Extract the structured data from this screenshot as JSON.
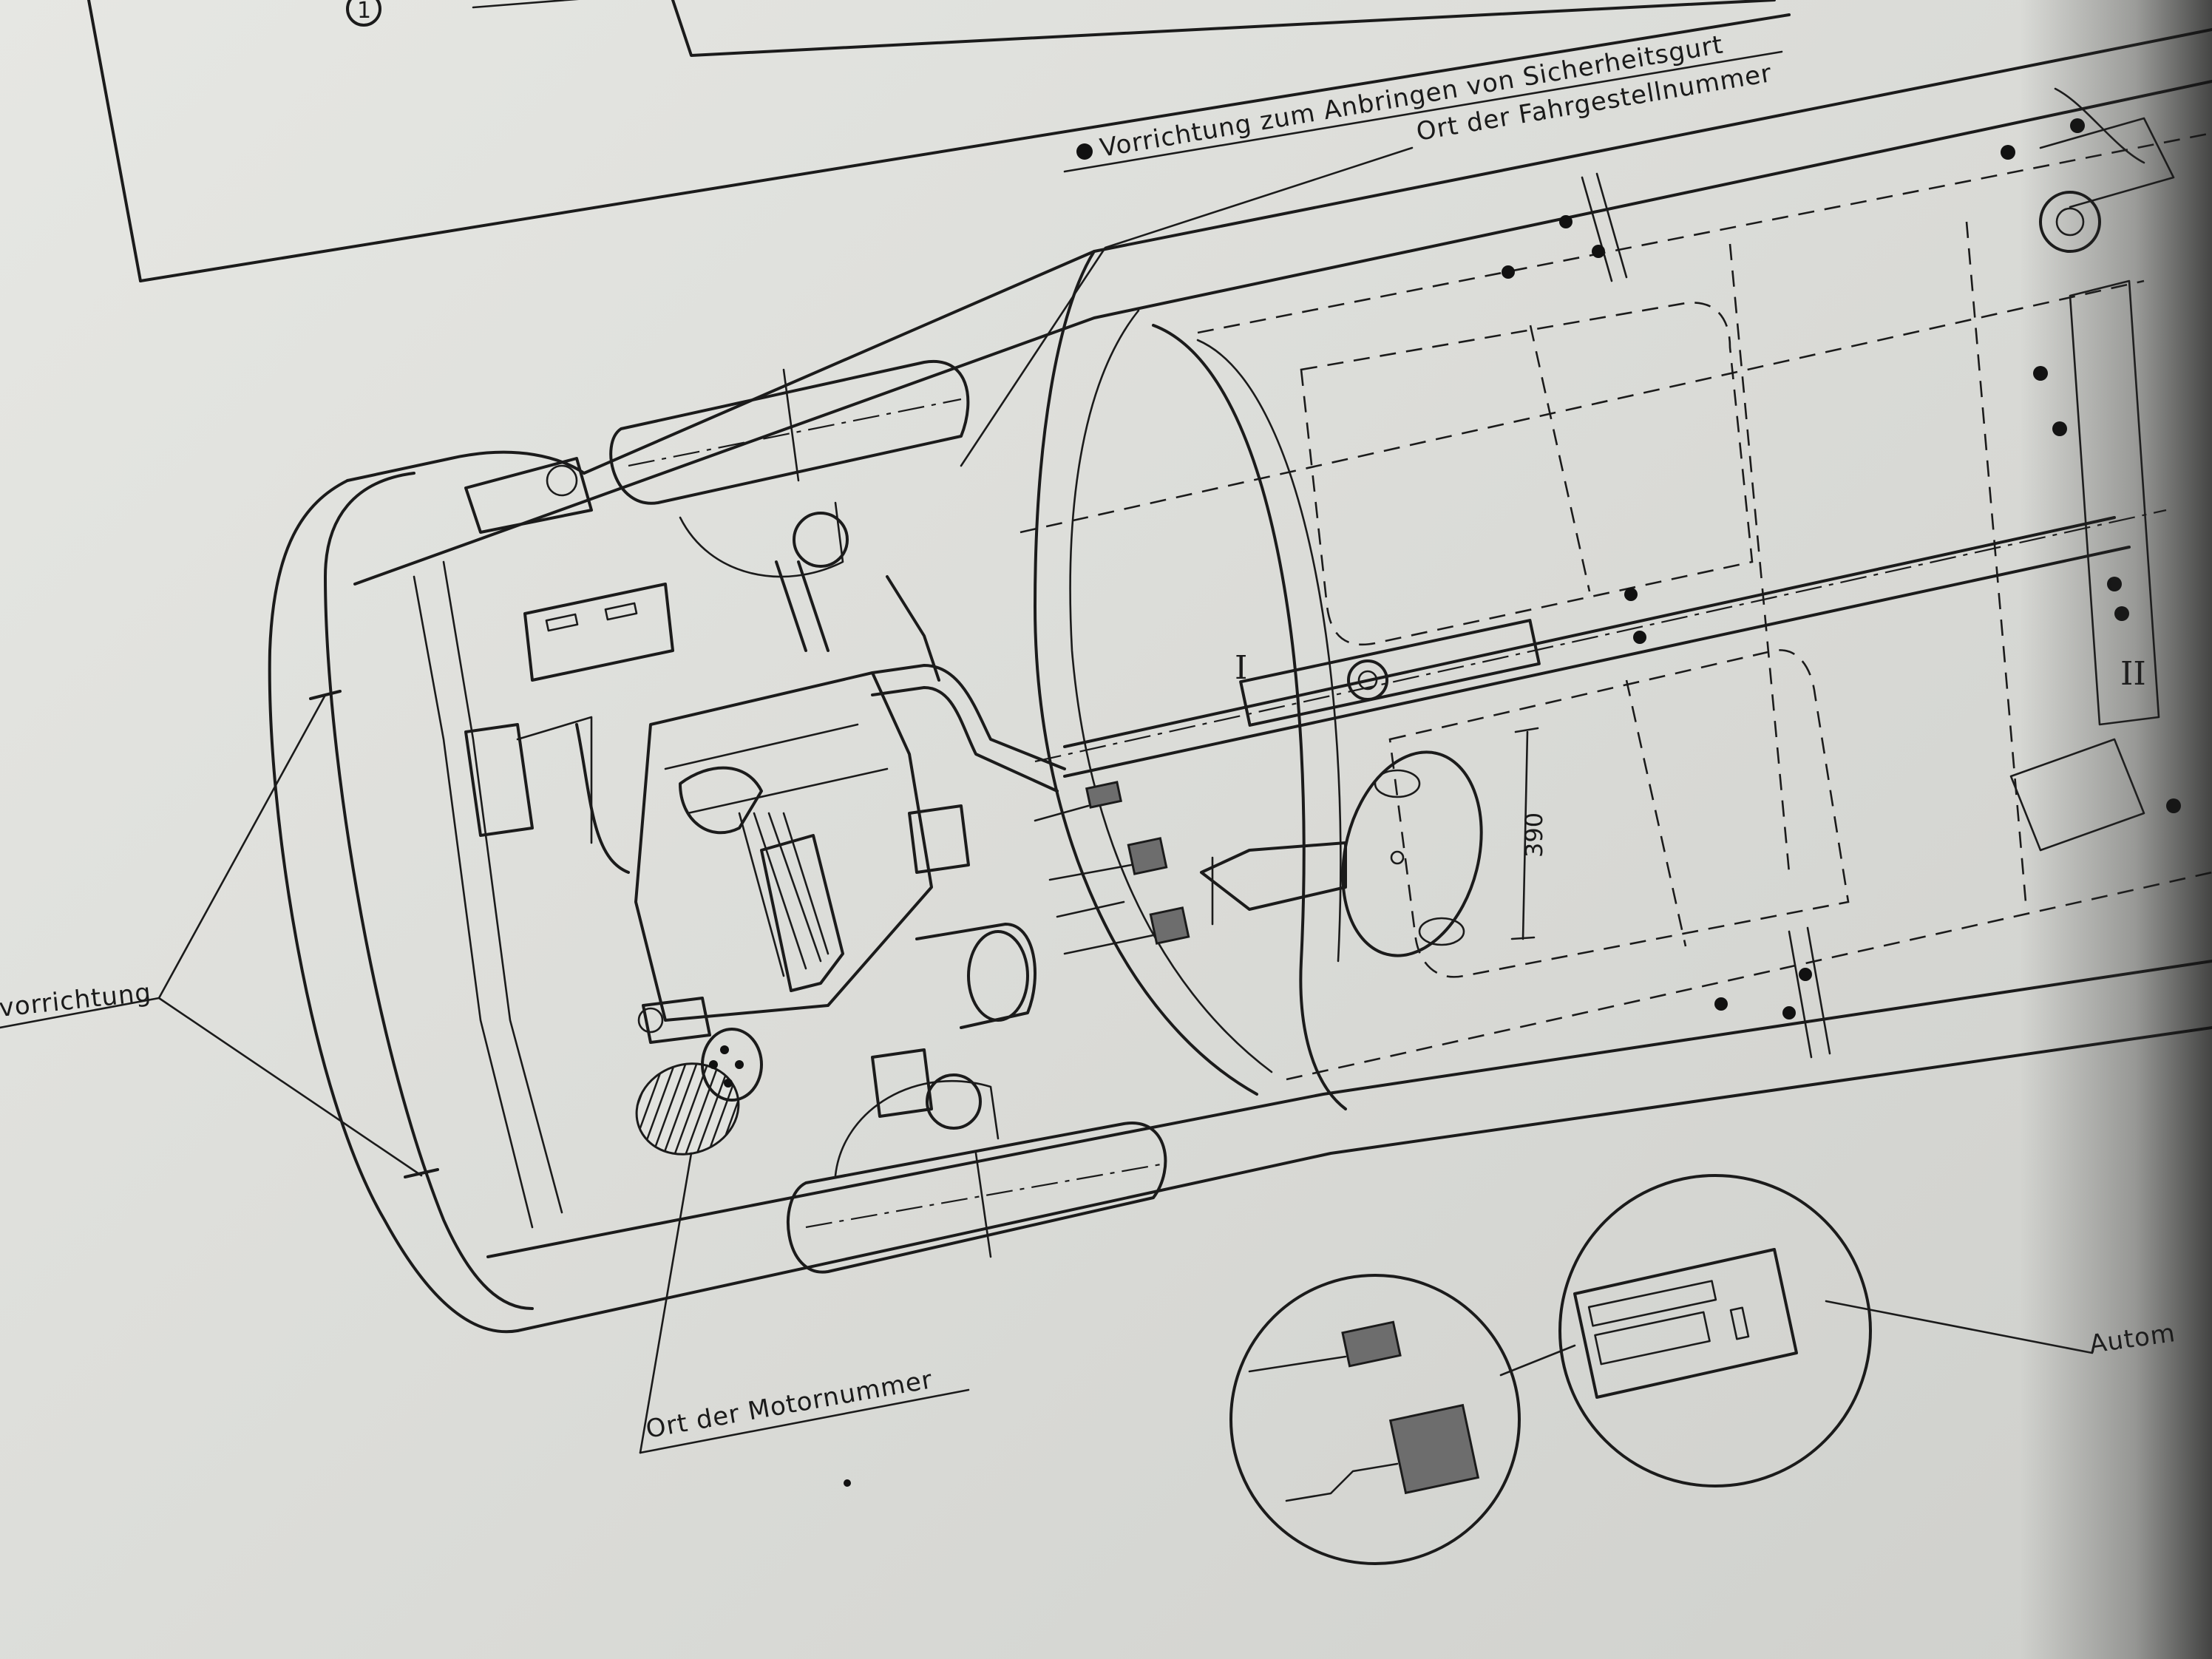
{
  "labels": {
    "seat_belt_device": "Vorrichtung zum Anbringen von Sicherheitsgurt",
    "chassis_number_location": "Ort der Fahrgestellnummer",
    "engine_number_location": "Ort der Motornummer",
    "left_device": "vorrichtung",
    "automatic": "Autom",
    "callout_number": "1"
  },
  "markers": {
    "section_one": "I",
    "section_two": "II",
    "dimension": "390"
  }
}
